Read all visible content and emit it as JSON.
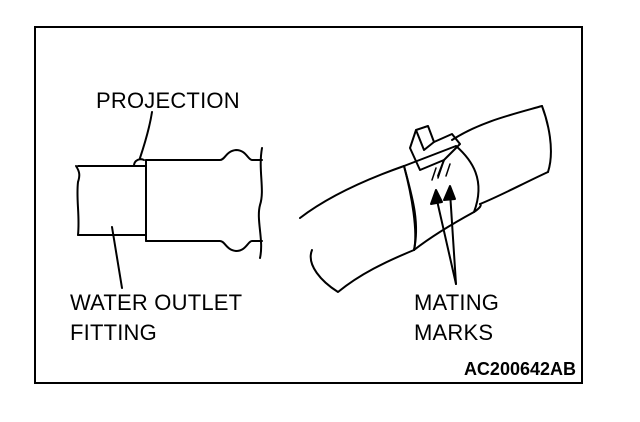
{
  "labels": {
    "projection": "PROJECTION",
    "water_outlet_line1": "WATER OUTLET",
    "water_outlet_line2": "FITTING",
    "mating_line1": "MATING",
    "mating_line2": "MARKS"
  },
  "figure_code": "AC200642AB"
}
